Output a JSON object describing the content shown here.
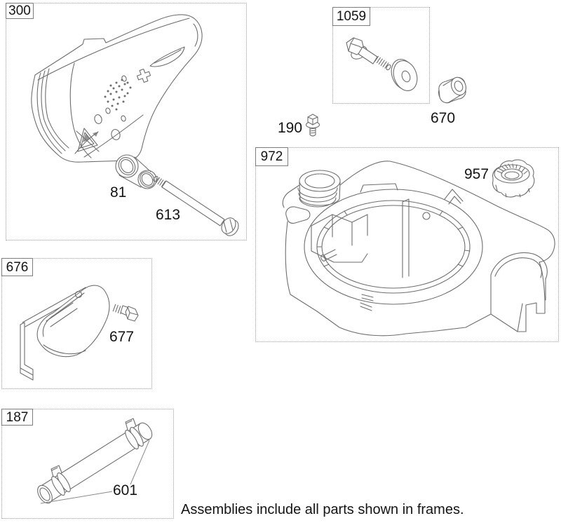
{
  "diagram": {
    "note": "Assemblies include all parts shown in frames.",
    "colors": {
      "background": "#ffffff",
      "line_art": "#6e6e6e",
      "text": "#141414",
      "frame_border": "#9a9a9a",
      "badge_border": "#7d7d7d"
    },
    "frames": [
      {
        "id": "300",
        "content": "muffler-assembly"
      },
      {
        "id": "1059",
        "content": "bolt-and-washer-assembly"
      },
      {
        "id": "972",
        "content": "fuel-tank-assembly"
      },
      {
        "id": "676",
        "content": "muffler-guard-assembly"
      },
      {
        "id": "187",
        "content": "fuel-hose-assembly"
      }
    ],
    "part_numbers": {
      "muffler_gasket": "81",
      "muffler_screw": "613",
      "spacer": "670",
      "bolt": "190",
      "fuel_cap": "957",
      "guard_screw": "677",
      "hose_and_clamps": "601"
    }
  }
}
